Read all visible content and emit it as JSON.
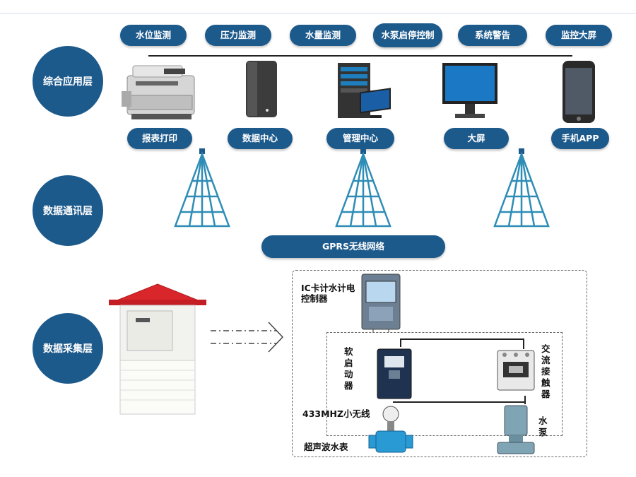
{
  "layers": {
    "application": "综合应用层",
    "communication": "数据通讯层",
    "collection": "数据采集层"
  },
  "functions": [
    "水位监测",
    "压力监测",
    "水量监测",
    "水泵启停控制",
    "系统警告",
    "监控大屏"
  ],
  "devices": [
    "报表打印",
    "数据中心",
    "管理中心",
    "大屏",
    "手机APP"
  ],
  "network": "GPRS无线网络",
  "field": {
    "ic_meter": "IC卡计水计电控制器",
    "soft_starter": "软启动器",
    "contactor": "交流接触器",
    "wireless": "433MHZ小无线",
    "ultrasonic": "超声波水表",
    "pump": "水泵"
  },
  "colors": {
    "primary": "#1d5a8c",
    "tower": "#2e8db6"
  }
}
